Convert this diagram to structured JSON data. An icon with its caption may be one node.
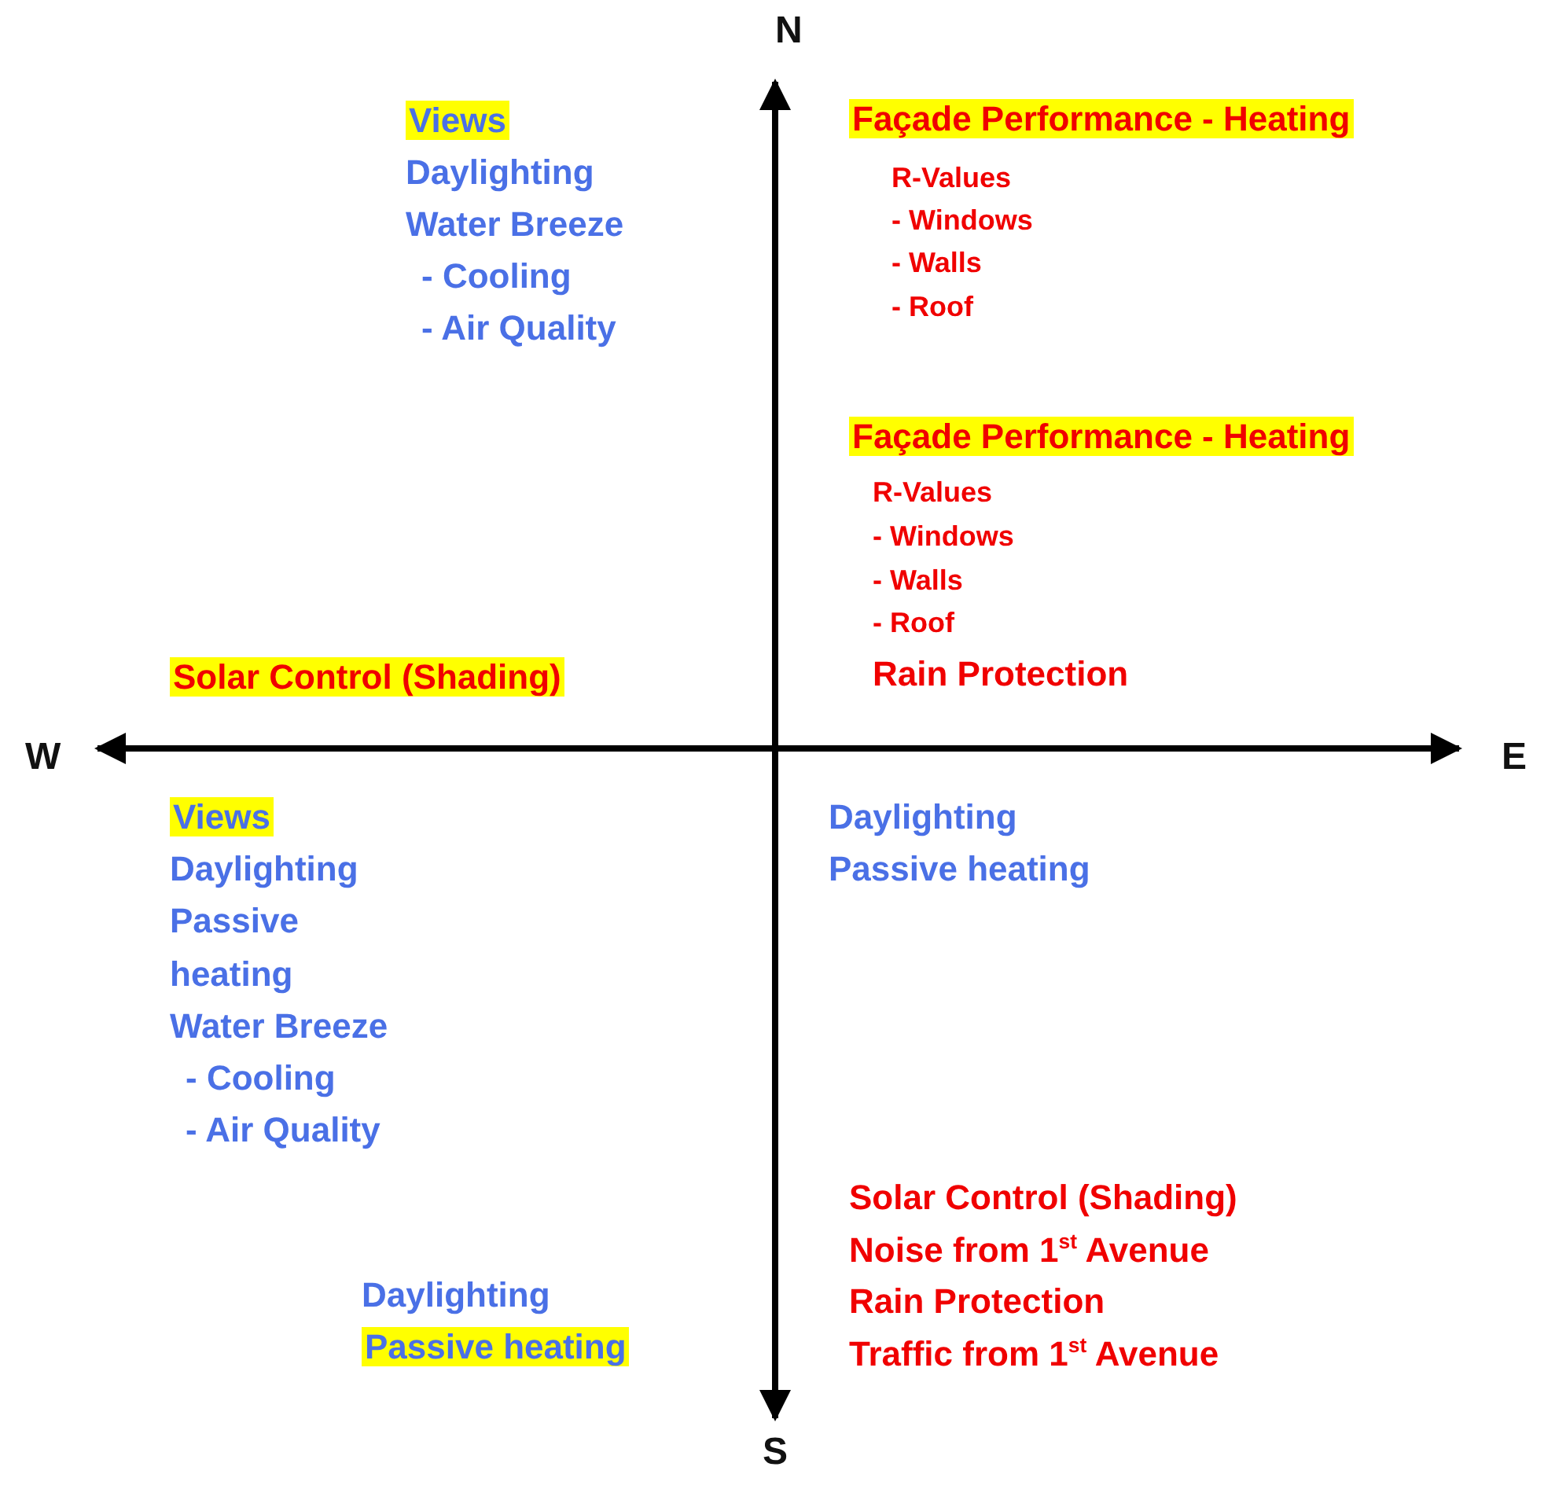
{
  "diagram": {
    "labels": [
      "N",
      "Views",
      "Daylighting",
      "Water Breeze",
      "- Cooling",
      "- Air Quality",
      "Façade Performance - Heating",
      "R-Values",
      "- Windows",
      "- Walls",
      "- Roof",
      "Façade Performance - Heating",
      "R-Values",
      "- Windows",
      "- Walls",
      "- Roof",
      "Rain Protection",
      "Solar Control (Shading)",
      "W",
      "E",
      "Views",
      "Daylighting",
      "Passive",
      "heating",
      "Water Breeze",
      "- Cooling",
      "- Air Quality",
      "Daylighting",
      "Passive heating",
      "Solar Control (Shading)",
      "Noise from 1$^{st}$ Avenue",
      "Rain Protection",
      "Traffic from 1$^{st}$ Avenue",
      "Daylighting",
      "Passive heating",
      "S"
    ]
  }
}
